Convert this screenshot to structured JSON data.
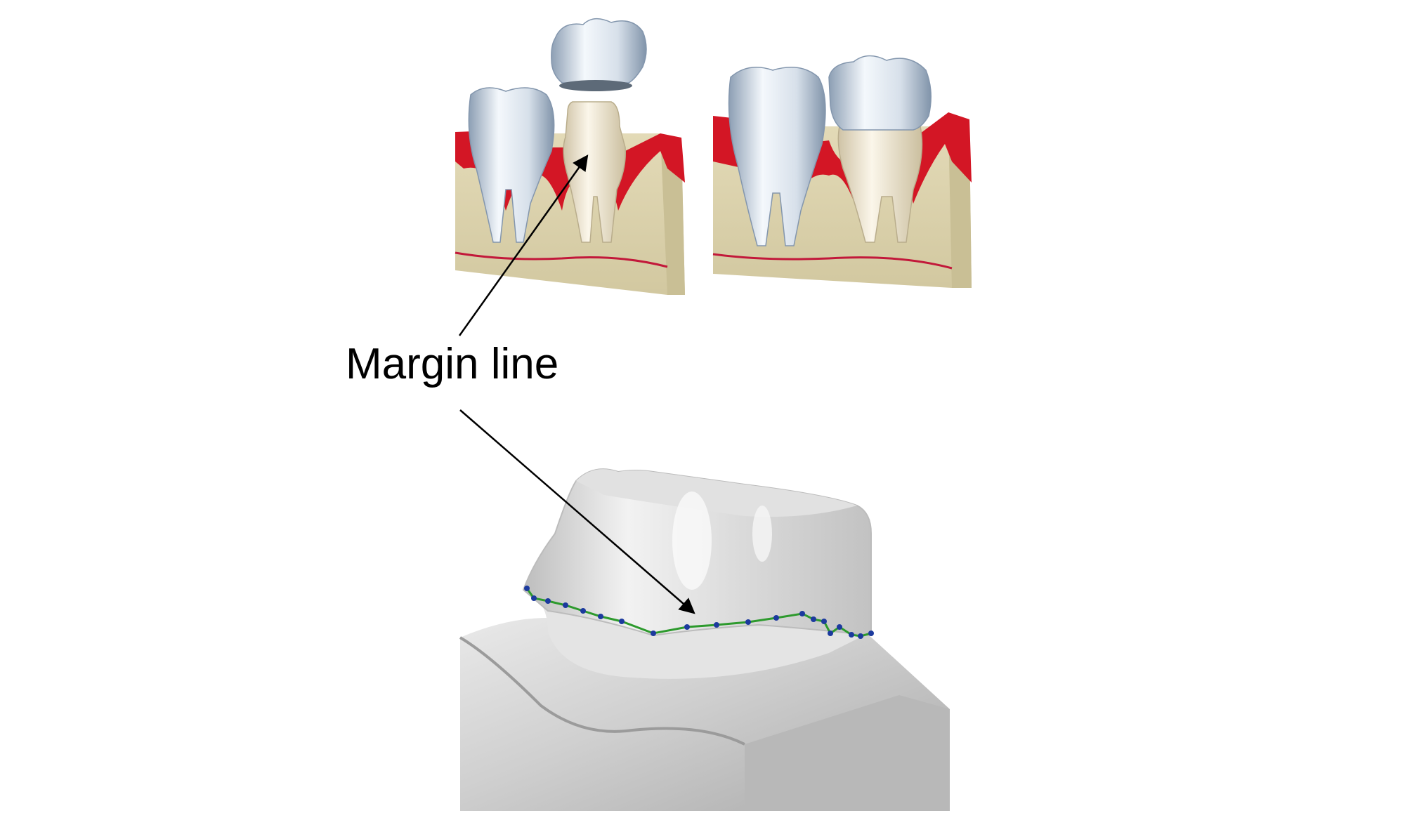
{
  "figure": {
    "callout_label": "Margin line",
    "panels": [
      "tooth-preparation-with-crown-illustration",
      "seated-crown-illustration",
      "prepared-tooth-3d-scan"
    ],
    "colors": {
      "bone": "#ddd4b0",
      "gum": "#d31625",
      "enamel": "#dfe6ee",
      "prepared_tooth": "#efe6d2",
      "scan_surface": "#d6d6d6",
      "margin_line": "#2d9a2d",
      "margin_point": "#1c3a9e",
      "arrow": "#000000"
    }
  }
}
